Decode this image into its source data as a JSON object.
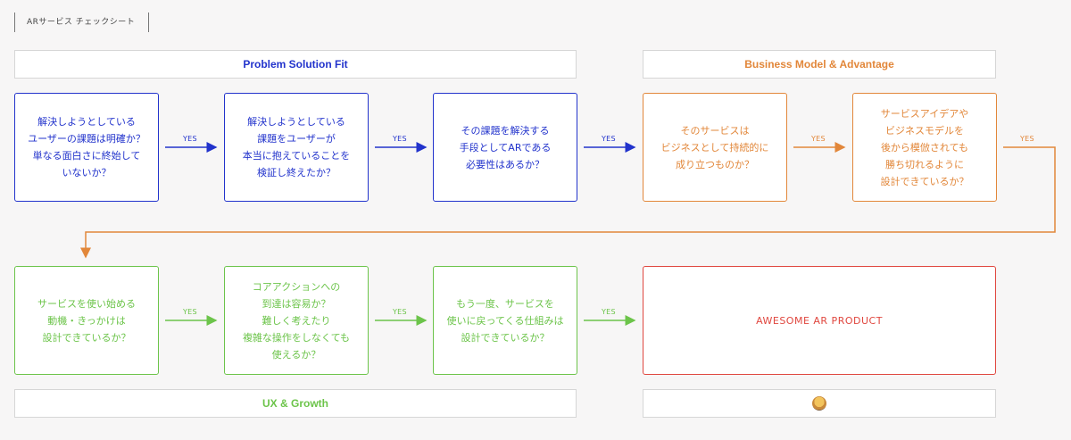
{
  "tag": "ARサービス チェックシート",
  "headers": {
    "problem_solution": "Problem Solution Fit",
    "business_model": "Business Model & Advantage",
    "ux_growth": "UX & Growth"
  },
  "colors": {
    "blue": "#2233cc",
    "orange": "#e2873a",
    "green": "#6cc44a",
    "red": "#e0473f"
  },
  "yes_label": "YES",
  "row1": [
    "解決しようとしている\nユーザーの課題は明確か？\n単なる面白さに終始して\nいないか？",
    "解決しようとしている\n課題をユーザーが\n本当に抱えていることを\n検証し終えたか？",
    "その課題を解決する\n手段としてARである\n必要性はあるか？",
    "そのサービスは\nビジネスとして持続的に\n成り立つものか？",
    "サービスアイデアや\nビジネスモデルを\n後から模倣されても\n勝ち切れるように\n設計できているか？"
  ],
  "row2": [
    "サービスを使い始める\n動機・きっかけは\n設計できているか？",
    "コアアクションへの\n到達は容易か？\n難しく考えたり\n複雑な操作をしなくても\n使えるか？",
    "もう一度、サービスを\n使いに戻ってくる仕組みは\n設計できているか？"
  ],
  "final": "AWESOME AR PRODUCT",
  "final_footer_icon": "smile-emoji-icon"
}
